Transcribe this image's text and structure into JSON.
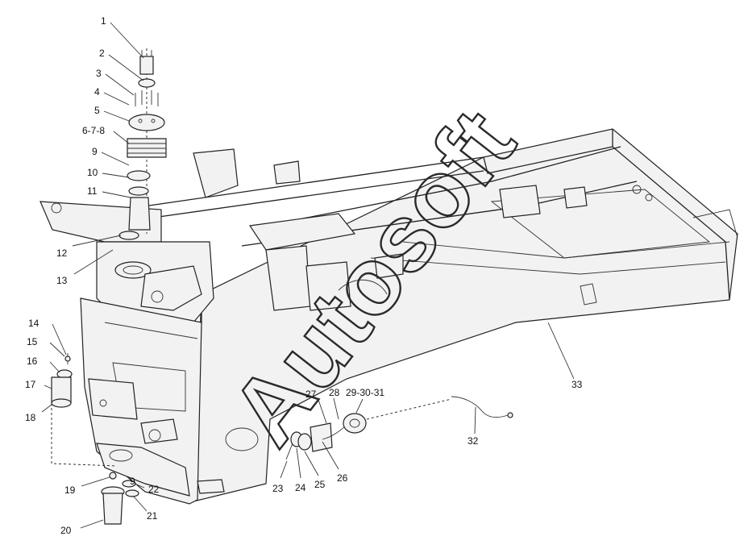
{
  "diagram": {
    "watermark": "Autosoft",
    "callouts": [
      {
        "id": "c1",
        "label": "1"
      },
      {
        "id": "c2",
        "label": "2"
      },
      {
        "id": "c3",
        "label": "3"
      },
      {
        "id": "c4",
        "label": "4"
      },
      {
        "id": "c5",
        "label": "5"
      },
      {
        "id": "c678",
        "label": "6-7-8"
      },
      {
        "id": "c9",
        "label": "9"
      },
      {
        "id": "c10",
        "label": "10"
      },
      {
        "id": "c11",
        "label": "11"
      },
      {
        "id": "c12",
        "label": "12"
      },
      {
        "id": "c13",
        "label": "13"
      },
      {
        "id": "c14",
        "label": "14"
      },
      {
        "id": "c15",
        "label": "15"
      },
      {
        "id": "c16",
        "label": "16"
      },
      {
        "id": "c17",
        "label": "17"
      },
      {
        "id": "c18",
        "label": "18"
      },
      {
        "id": "c19",
        "label": "19"
      },
      {
        "id": "c20",
        "label": "20"
      },
      {
        "id": "c21",
        "label": "21"
      },
      {
        "id": "c22",
        "label": "22"
      },
      {
        "id": "c9b",
        "label": "9"
      },
      {
        "id": "c23",
        "label": "23"
      },
      {
        "id": "c24",
        "label": "24"
      },
      {
        "id": "c25",
        "label": "25"
      },
      {
        "id": "c26",
        "label": "26"
      },
      {
        "id": "c27",
        "label": "27"
      },
      {
        "id": "c28",
        "label": "28"
      },
      {
        "id": "c293031",
        "label": "29-30-31"
      },
      {
        "id": "c32",
        "label": "32"
      },
      {
        "id": "c33",
        "label": "33"
      }
    ]
  }
}
